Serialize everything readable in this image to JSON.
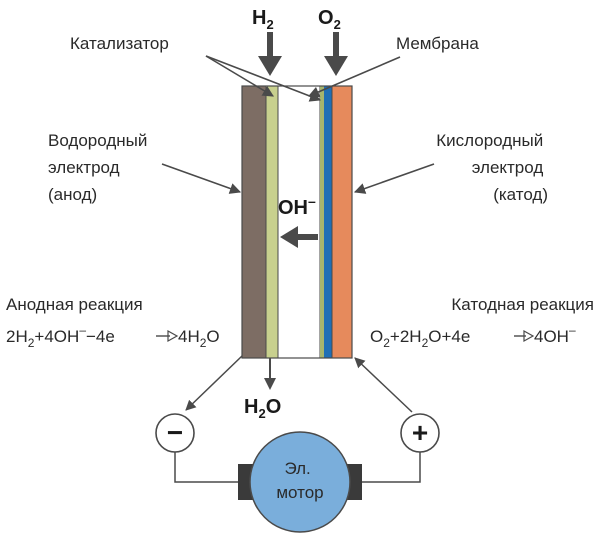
{
  "top": {
    "h2_base": "H",
    "h2_sub": "2",
    "o2_base": "O",
    "o2_sub": "2"
  },
  "labels": {
    "catalyst": "Катализатор",
    "membrane": "Мембрана",
    "hydrogen_electrode": [
      "Водородный",
      "электрод",
      "(анод)"
    ],
    "oxygen_electrode": [
      "Кислородный",
      "электрод",
      "(катод)"
    ],
    "ion_base": "OH",
    "ion_sup": "–"
  },
  "reactions": {
    "anode_title": "Анодная реакция",
    "anode_eq": {
      "p1": "2H",
      "s1": "2",
      "p2": "+4OH",
      "sup1": "–",
      "p3": "−4e",
      "p4": " 4H",
      "s2": "2",
      "p5": "O"
    },
    "cathode_title": "Катодная реакция",
    "cathode_eq": {
      "p1": "O",
      "s1": "2",
      "p2": "+2H",
      "s2": "2",
      "p3": "O+4e",
      "p4": "4OH",
      "sup1": "–"
    }
  },
  "bottom": {
    "water_base": "H",
    "water_sub": "2",
    "water_end": "O",
    "minus": "−",
    "plus": "+",
    "motor": [
      "Эл.",
      "мотор"
    ]
  },
  "colors": {
    "anode": "#7d6d64",
    "catalyst": "#c8d08e",
    "membrane": "#1f6fb5",
    "cathode": "#e68a5c",
    "motor": "#7aaedb",
    "arrow": "#4a4a4a"
  }
}
